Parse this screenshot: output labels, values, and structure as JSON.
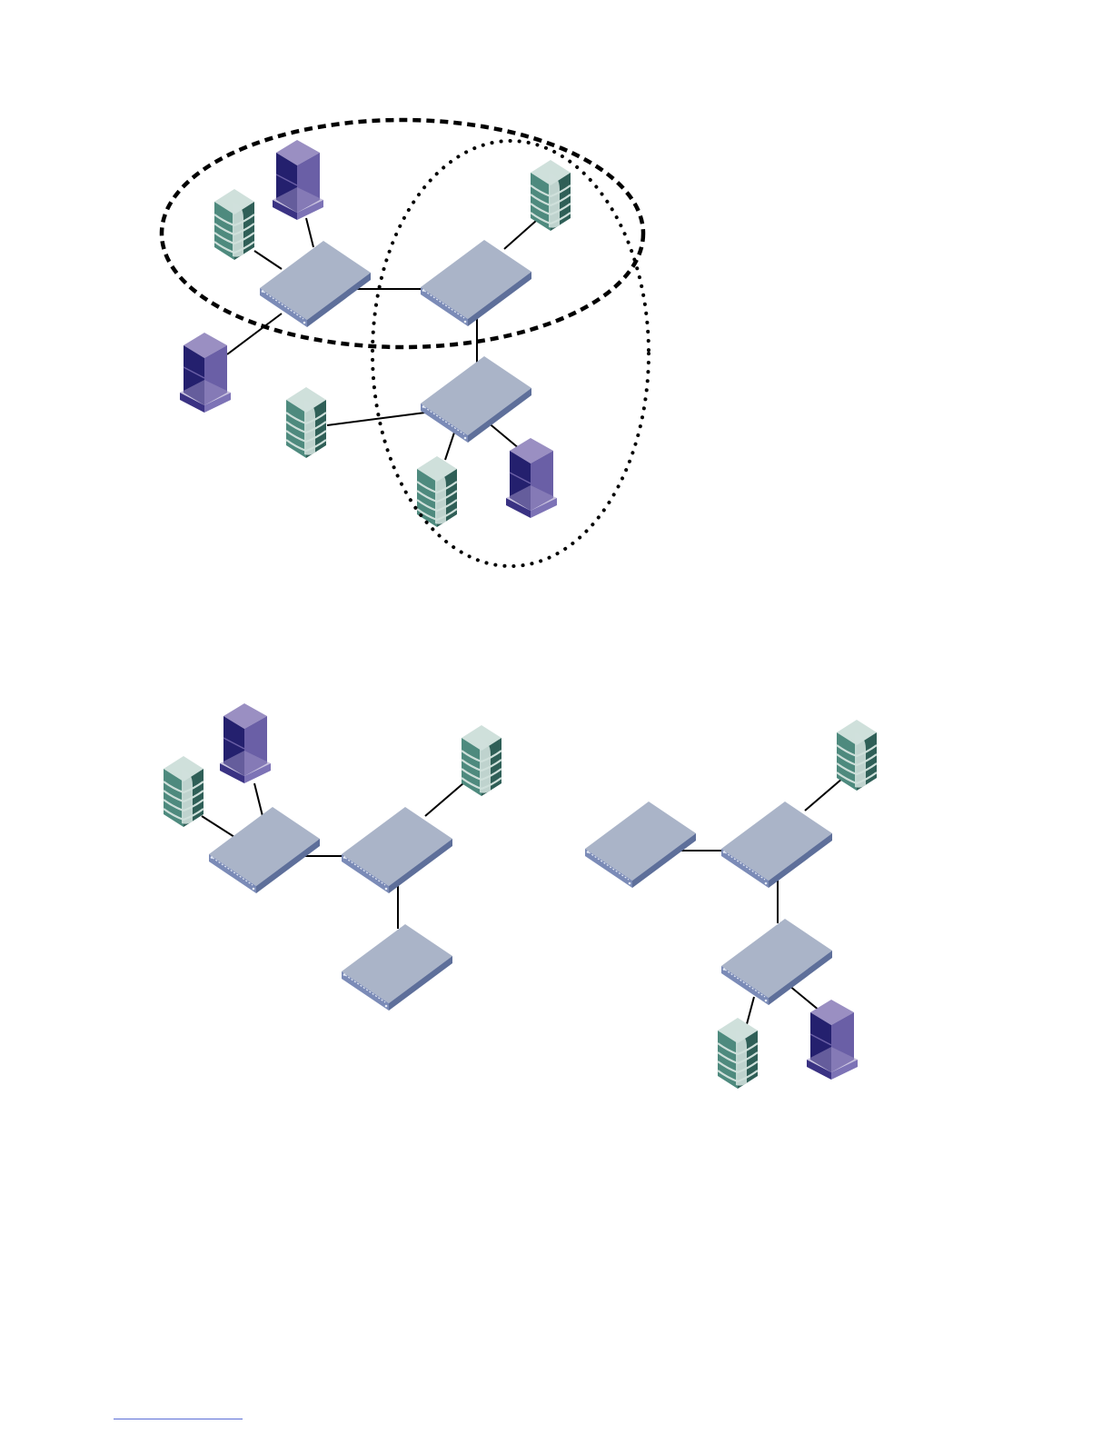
{
  "page": {
    "background": "#ffffff"
  },
  "icons": {
    "switch": "network-switch-icon",
    "database": "database-server-icon",
    "server": "tower-server-icon"
  },
  "colors": {
    "switch_top": "#aab4c8",
    "switch_side": "#5e6f9a",
    "switch_front": "#7b8bb7",
    "database_light": "#cfe0db",
    "database_mid": "#4e8a7e",
    "database_dark": "#2f5f57",
    "server_top": "#9a8fc2",
    "server_front": "#24206e",
    "server_side": "#6a5fa6",
    "link": "#000000",
    "boundary": "#000000",
    "footnote_rule": "#5b6ed6"
  },
  "diagrams": [
    {
      "id": "combined-network",
      "regions": [
        {
          "id": "region-a",
          "style": "dashed"
        },
        {
          "id": "region-b",
          "style": "dotted"
        }
      ]
    },
    {
      "id": "subnetwork-a"
    },
    {
      "id": "subnetwork-b"
    }
  ]
}
